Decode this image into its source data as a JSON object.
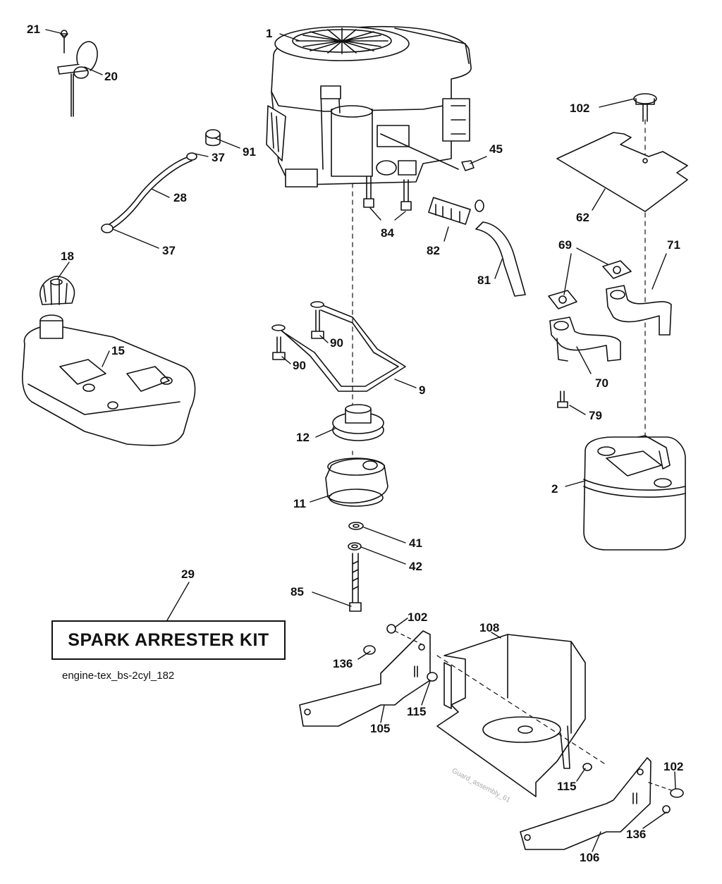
{
  "diagram": {
    "file_id": "engine-tex_bs-2cyl_182",
    "kit_label": "SPARK ARRESTER KIT",
    "watermark": "Guard_assembly_61",
    "callouts": {
      "c1": "1",
      "c21": "21",
      "c20": "20",
      "c91": "91",
      "c37a": "37",
      "c28": "28",
      "c37b": "37",
      "c18": "18",
      "c15": "15",
      "c45": "45",
      "c84": "84",
      "c82": "82",
      "c81": "81",
      "c102a": "102",
      "c62": "62",
      "c69": "69",
      "c71": "71",
      "c70": "70",
      "c79": "79",
      "c2": "2",
      "c90a": "90",
      "c90b": "90",
      "c9": "9",
      "c12": "12",
      "c11": "11",
      "c41": "41",
      "c42": "42",
      "c85": "85",
      "c29": "29",
      "c102b": "102",
      "c136a": "136",
      "c108": "108",
      "c115a": "115",
      "c105": "105",
      "c115b": "115",
      "c102c": "102",
      "c136b": "136",
      "c106": "106"
    }
  }
}
